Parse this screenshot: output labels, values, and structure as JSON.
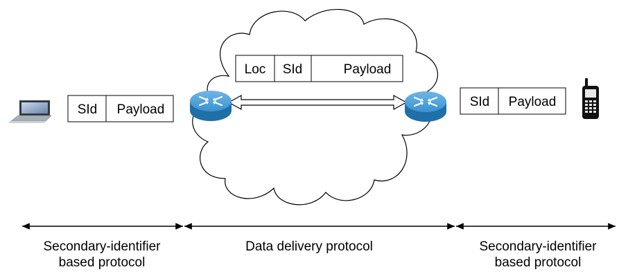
{
  "packets": {
    "left": {
      "sid": "SId",
      "payload": "Payload"
    },
    "center": {
      "loc": "Loc",
      "sid": "SId",
      "payload": "Payload"
    },
    "right": {
      "sid": "SId",
      "payload": "Payload"
    }
  },
  "segments": {
    "left": {
      "line1": "Secondary-identifier",
      "line2": "based protocol"
    },
    "middle": {
      "line1": "Data delivery protocol"
    },
    "right": {
      "line1": "Secondary-identifier",
      "line2": "based protocol"
    }
  },
  "icons": [
    "laptop-icon",
    "router-icon",
    "router-icon",
    "mobile-phone-icon",
    "cloud-shape"
  ],
  "colors": {
    "router": "#3a92d1",
    "router_dark": "#1f6fa8",
    "outline": "#000000"
  }
}
